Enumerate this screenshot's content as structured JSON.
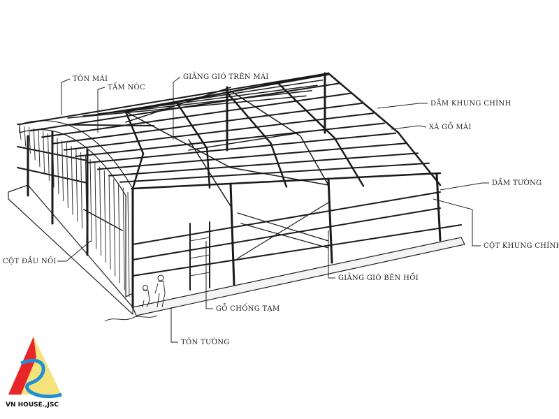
{
  "labels": {
    "ton_mai": "TÔN MÁI",
    "tam_noc": "TẤM NÓC",
    "giang_gio_tren_mai": "GIẰNG GIÓ TRÊN MÁI",
    "dam_khung_chinh": "DẦM KHUNG CHÍNH",
    "xa_go_mai": "XÀ GỒ MÁI",
    "dam_tuong": "DẦM TƯỜNG",
    "cot_khung_chinh": "CỘT KHUNG CHÍNH",
    "giang_gio_ben_hoi": "GIẰNG GIÓ BÊN HỒI",
    "go_chong_tam": "GỖ CHỐNG TẠM",
    "ton_tuong": "TÔN TƯỜNG",
    "cot_dau_noi": "CỘT ĐẦU NỐI"
  },
  "logo": {
    "company": "VN HOUSE.,JSC",
    "colors": {
      "red": "#e8262a",
      "blue": "#1f8fd6",
      "yellow": "#f5e27a"
    }
  }
}
